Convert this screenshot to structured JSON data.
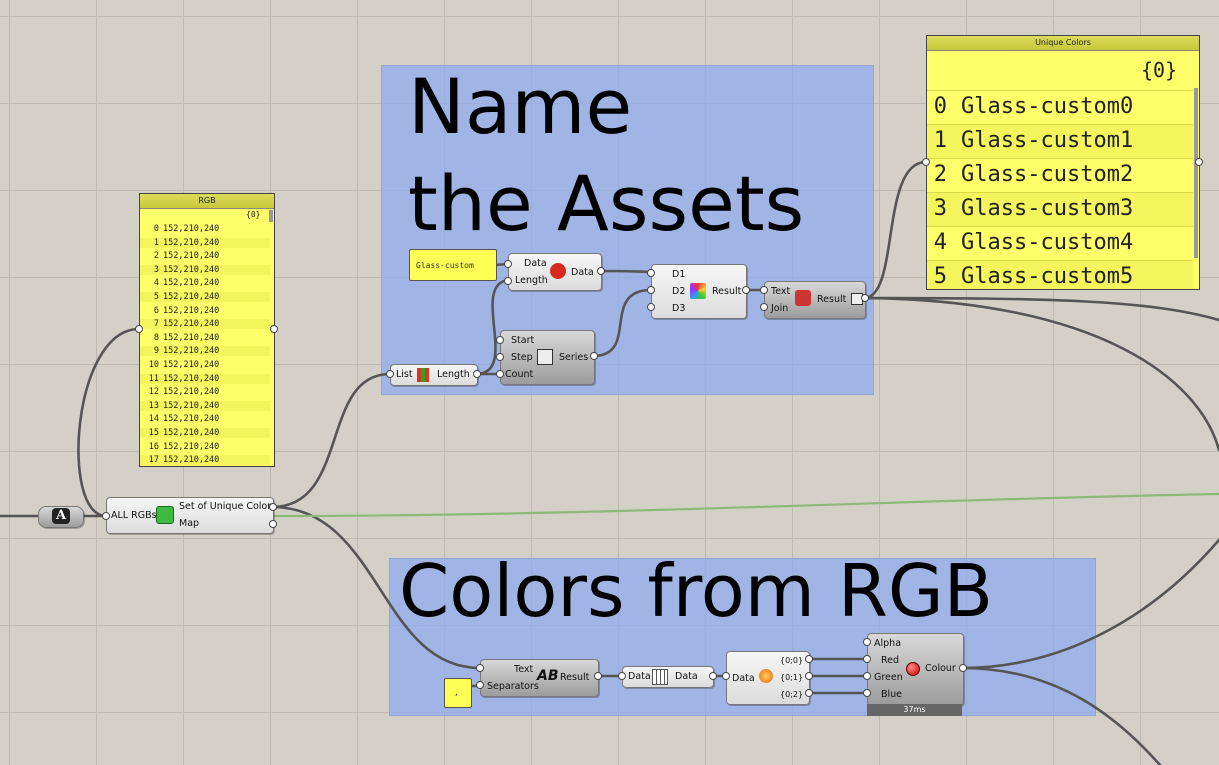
{
  "groups": {
    "name_assets": {
      "title_line1": "Name",
      "title_line2": "the Assets"
    },
    "colors_rgb": {
      "title": "Colors from RGB"
    }
  },
  "panels": {
    "rgb": {
      "title": "RGB",
      "path": "{0}",
      "rows": [
        {
          "i": "0",
          "v": "152,210,240"
        },
        {
          "i": "1",
          "v": "152,210,240"
        },
        {
          "i": "2",
          "v": "152,210,240"
        },
        {
          "i": "3",
          "v": "152,210,240"
        },
        {
          "i": "4",
          "v": "152,210,240"
        },
        {
          "i": "5",
          "v": "152,210,240"
        },
        {
          "i": "6",
          "v": "152,210,240"
        },
        {
          "i": "7",
          "v": "152,210,240"
        },
        {
          "i": "8",
          "v": "152,210,240"
        },
        {
          "i": "9",
          "v": "152,210,240"
        },
        {
          "i": "10",
          "v": "152,210,240"
        },
        {
          "i": "11",
          "v": "152,210,240"
        },
        {
          "i": "12",
          "v": "152,210,240"
        },
        {
          "i": "13",
          "v": "152,210,240"
        },
        {
          "i": "14",
          "v": "152,210,240"
        },
        {
          "i": "15",
          "v": "152,210,240"
        },
        {
          "i": "16",
          "v": "152,210,240"
        },
        {
          "i": "17",
          "v": "152,210,240"
        }
      ]
    },
    "unique_colors": {
      "title": "Unique Colors",
      "path": "{0}",
      "rows": [
        {
          "i": "0",
          "v": "Glass-custom0"
        },
        {
          "i": "1",
          "v": "Glass-custom1"
        },
        {
          "i": "2",
          "v": "Glass-custom2"
        },
        {
          "i": "3",
          "v": "Glass-custom3"
        },
        {
          "i": "4",
          "v": "Glass-custom4"
        },
        {
          "i": "5",
          "v": "Glass-custom5"
        }
      ]
    }
  },
  "text_inputs": {
    "glass_custom": "Glass-custom",
    "separators": ","
  },
  "components": {
    "relay_a": {
      "label": "A"
    },
    "unique": {
      "in": "ALL RGBs",
      "out1": "Set of Unique Colors",
      "out2": "Map"
    },
    "list_length": {
      "in": "List",
      "out": "Length"
    },
    "duplicate": {
      "in1": "Data",
      "in2": "Length",
      "out": "Data"
    },
    "series": {
      "in1": "Start",
      "in2": "Step",
      "in3": "Count",
      "out": "Series"
    },
    "concat": {
      "in1": "D1",
      "in2": "D2",
      "in3": "D3",
      "out": "Result"
    },
    "join": {
      "in1": "Text",
      "in2": "Join",
      "out": "Result"
    },
    "split": {
      "in1": "Text",
      "in2": "Separators",
      "out": "Result"
    },
    "flip": {
      "in": "Data",
      "out": "Data"
    },
    "explode": {
      "in": "Data",
      "out1": "{0;0}",
      "out2": "{0;1}",
      "out3": "{0;2}"
    },
    "colour": {
      "in1": "Alpha",
      "in2": "Red",
      "in3": "Green",
      "in4": "Blue",
      "out": "Colour",
      "time": "37ms"
    }
  },
  "colors": {
    "canvas": "#d4d0c8",
    "group": "#8caaf0",
    "panel": "#ffff6a",
    "wire": "#555555",
    "wire_green": "#8cb878"
  }
}
